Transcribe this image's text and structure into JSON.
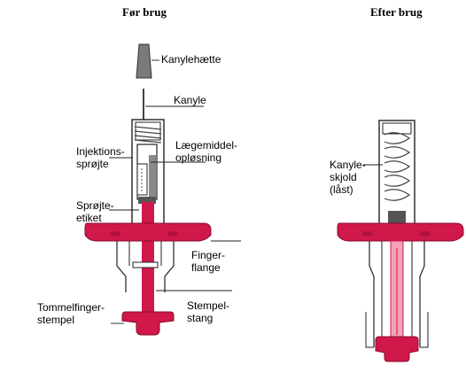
{
  "headings": {
    "before": "Før brug",
    "after": "Efter brug"
  },
  "labels": {
    "needle_cap": "Kanylehætte",
    "needle": "Kanyle",
    "syringe": "Injektions-\nsprøjte",
    "medicine": "Lægemiddel-\nopløsning",
    "syringe_label": "Sprøjte-\netiket",
    "finger_flange": "Finger-\nflange",
    "thumb_pad": "Tommelfinger-\nstempel",
    "plunger_rod": "Stempel-\nstang",
    "needle_guard": "Kanyle-\nskjold\n(låst)"
  },
  "colors": {
    "accent": "#d0184a",
    "accent_light": "#f2a3b8",
    "outline": "#222222",
    "gray": "#7a7a7a",
    "dark_gray": "#444444"
  }
}
